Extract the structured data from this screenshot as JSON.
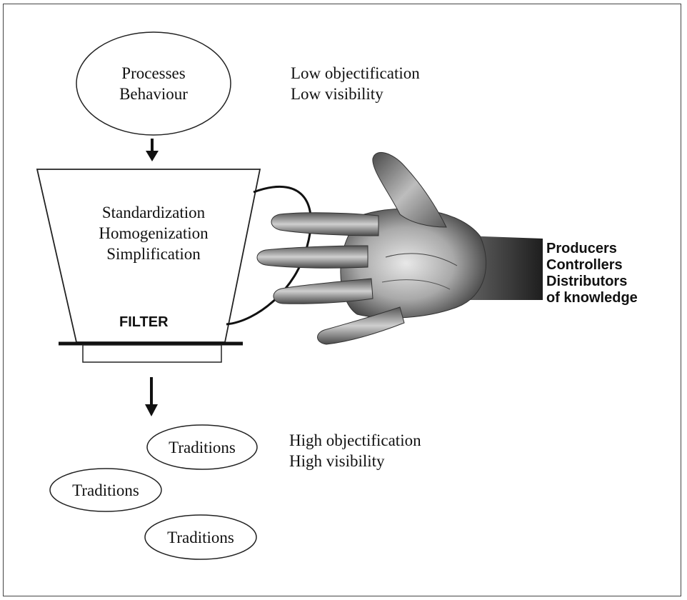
{
  "top_ellipse": {
    "line1": "Processes",
    "line2": "Behaviour"
  },
  "top_note": {
    "line1": "Low objectification",
    "line2": "Low visibility"
  },
  "filter": {
    "line1": "Standardization",
    "line2": "Homogenization",
    "line3": "Simplification",
    "label": "FILTER"
  },
  "hand_label": {
    "line1": "Producers",
    "line2": "Controllers",
    "line3": "Distributors",
    "line4": "of knowledge"
  },
  "bottom_note": {
    "line1": "High objectification",
    "line2": "High visibility"
  },
  "traditions": [
    "Traditions",
    "Traditions",
    "Traditions"
  ],
  "colors": {
    "ink": "#111111",
    "hand_dark": "#3a3a3a",
    "hand_light": "#d9d9d9"
  }
}
